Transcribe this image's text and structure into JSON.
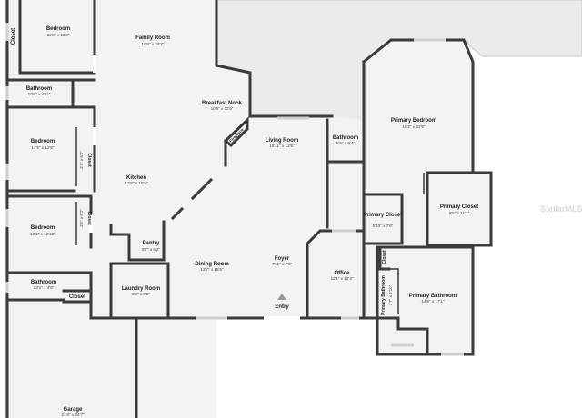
{
  "rooms": {
    "bedroom_top": {
      "name": "Bedroom",
      "dims": "11'8\" x 13'8\""
    },
    "family_room": {
      "name": "Family Room",
      "dims": "18'8\" x 26'7\""
    },
    "closet_top": {
      "name": "Closet"
    },
    "bathroom_upper": {
      "name": "Bathroom",
      "dims": "10'6\" x 4'11\""
    },
    "breakfast_nook": {
      "name": "Breakfast Nook",
      "dims": "10'8\" x 11'5\""
    },
    "fireplace": {
      "name": "Fireplace"
    },
    "living_room": {
      "name": "Living Room",
      "dims": "15'11\" x 13'5\""
    },
    "bathroom_mid": {
      "name": "Bathroom",
      "dims": "5'6\" x 6'4\""
    },
    "primary_bedroom": {
      "name": "Primary Bedroom",
      "dims": "16'2\" x 32'9\""
    },
    "bedroom_mid": {
      "name": "Bedroom",
      "dims": "14'5\" x 12'8\""
    },
    "closet_mid": {
      "name": "Closet",
      "dims": "2'4\" x 6'2\""
    },
    "kitchen": {
      "name": "Kitchen",
      "dims": "12'9\" x 16'5\""
    },
    "bedroom_low": {
      "name": "Bedroom",
      "dims": "13'1\" x 12'10\""
    },
    "closet_low": {
      "name": "Closet",
      "dims": "2'4\" x 6'2\""
    },
    "primary_closet_small": {
      "name": "Primary Closet",
      "dims": "5'10\" x 7'6\""
    },
    "primary_closet": {
      "name": "Primary Closet",
      "dims": "9'5\" x 11'1\""
    },
    "pantry": {
      "name": "Pantry",
      "dims": "6'7\" x 6'2\""
    },
    "dining_room": {
      "name": "Dining Room",
      "dims": "13'7\" x 15'5\""
    },
    "foyer": {
      "name": "Foyer",
      "dims": "7'11\" x 7'9\""
    },
    "office": {
      "name": "Office",
      "dims": "11'1\" x 13'4\""
    },
    "closet_office": {
      "name": "Closet"
    },
    "laundry_room": {
      "name": "Laundry Room",
      "dims": "9'2\" x 8'6\""
    },
    "bathroom_lower": {
      "name": "Bathroom",
      "dims": "13'1\" x 4'9\""
    },
    "closet_bath": {
      "name": "Closet"
    },
    "primary_bath_small": {
      "name": "Primary Bathroom",
      "dims": "3'7\" x 4'10\""
    },
    "primary_bathroom": {
      "name": "Primary Bathroom",
      "dims": "14'8\" x 17'1\""
    },
    "entry": {
      "name": "Entry"
    },
    "garage": {
      "name": "Garage",
      "dims": "21'8\" x 34'7\""
    }
  },
  "watermark": "StellarMLS",
  "colors": {
    "wall": "#3b3b3b",
    "floor": "#f3f3f3",
    "patio": "#ebebeb",
    "background": "#ffffff"
  }
}
